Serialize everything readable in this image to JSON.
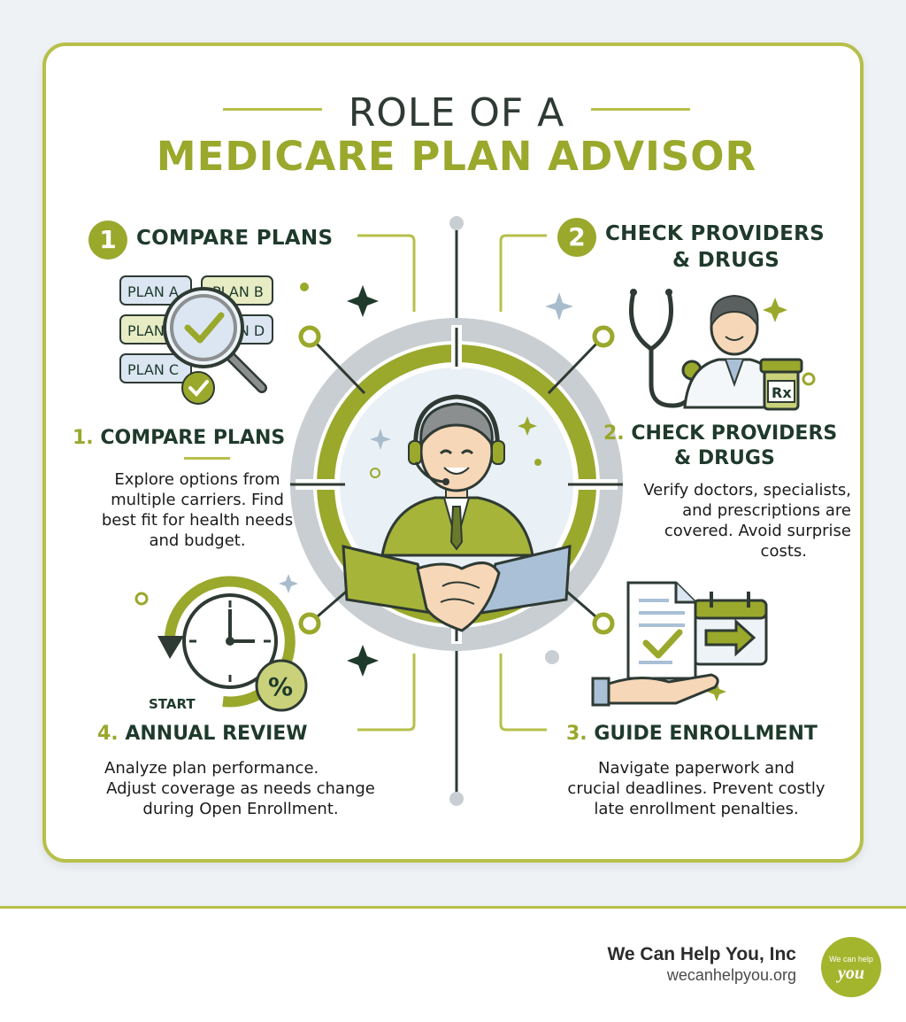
{
  "title": {
    "line1": "ROLE OF A",
    "line2": "MEDICARE PLAN ADVISOR"
  },
  "steps": [
    {
      "badge": "1",
      "heading": "COMPARE PLANS",
      "sub_num": "1.",
      "sub_title": "COMPARE PLANS",
      "body": [
        "Explore options from",
        "multiple carriers. Find",
        "best fit for health needs",
        "and budget."
      ]
    },
    {
      "badge": "2",
      "heading": [
        "CHECK PROVIDERS",
        "& DRUGS"
      ],
      "sub_num": "2.",
      "sub_title": [
        "CHECK PROVIDERS",
        "& DRUGS"
      ],
      "body": [
        "Verify doctors, specialists,",
        "and prescriptions are",
        "covered. Avoid surprise",
        "costs."
      ]
    },
    {
      "sub_num": "3.",
      "sub_title": "GUIDE ENROLLMENT",
      "body": [
        "Navigate paperwork and",
        "crucial deadlines. Prevent costly",
        "late enrollment penalties."
      ]
    },
    {
      "sub_num": "4.",
      "sub_title": "ANNUAL REVIEW",
      "body": [
        "Analyze plan performance.",
        "Adjust coverage as needs change",
        "during Open Enrollment."
      ]
    }
  ],
  "plan_labels": [
    "PLAN A",
    "PLAN B",
    "PLAN",
    "PLAN D",
    "PLAN C"
  ],
  "clock_label": "START",
  "percent_symbol": "%",
  "rx_label": "Rx",
  "footer": {
    "company": "We Can Help You, Inc",
    "site": "wecanhelpyou.org",
    "logo_line1": "We can help",
    "logo_line2": "you"
  },
  "colors": {
    "accent": "#9aa82c",
    "dark": "#1f3a2c",
    "gray": "#c9ced2",
    "card_border": "#b6c04a"
  },
  "icons": [
    "magnifier-check-icon",
    "stethoscope-icon",
    "doctor-icon",
    "rx-bottle-icon",
    "advisor-headset-icon",
    "handshake-icon",
    "clock-arrow-icon",
    "percent-icon",
    "document-check-icon",
    "calendar-arrow-icon",
    "hand-icon",
    "sparkle-icon"
  ]
}
